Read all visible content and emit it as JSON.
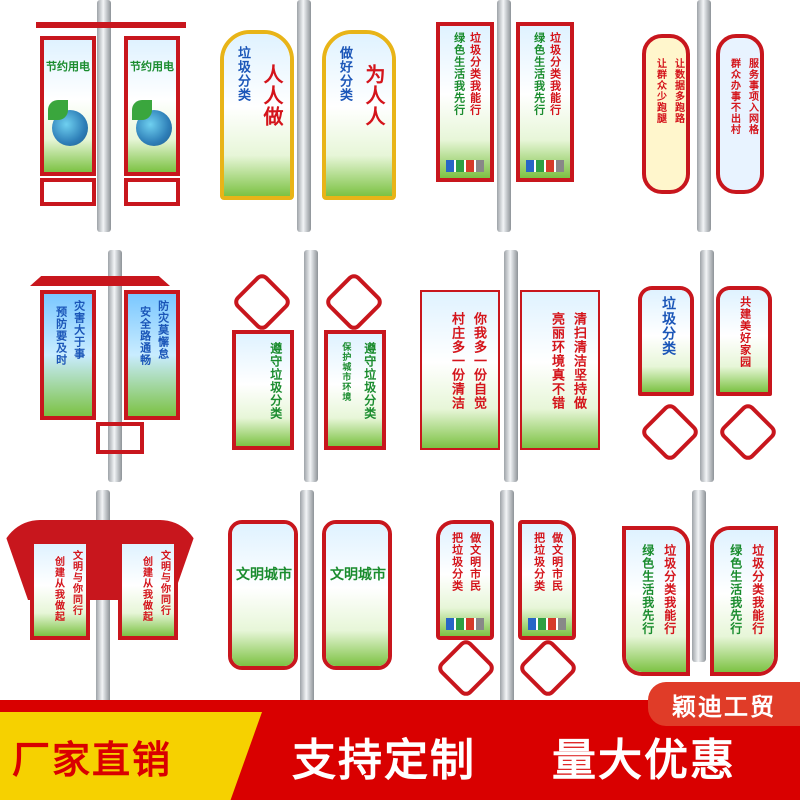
{
  "products": [
    {
      "left": [
        "节约用电"
      ],
      "right": [
        "节约用电"
      ]
    },
    {
      "left": [
        "垃圾分类",
        "人人做"
      ],
      "right": [
        "做好分类",
        "为人人"
      ]
    },
    {
      "left": [
        "垃圾分类我能行",
        "绿色生活我先行"
      ],
      "right": [
        "垃圾分类我能行",
        "绿色生活我先行"
      ]
    },
    {
      "left": [
        "让数据多跑路",
        "让群众少跑腿"
      ],
      "right": [
        "服务事项入网格",
        "群众办事不出村"
      ]
    },
    {
      "left": [
        "灾害大于事",
        "预防要及时"
      ],
      "right": [
        "防灾莫懈怠",
        "安全路通畅"
      ]
    },
    {
      "left": [
        "遵守垃圾分类"
      ],
      "right": [
        "遵守垃圾分类",
        "保护城市环境"
      ]
    },
    {
      "left": [
        "你我多一份自觉",
        "村庄多一份清洁"
      ],
      "right": [
        "清扫清洁坚持做",
        "亮丽环境真不错"
      ]
    },
    {
      "left": [
        "垃圾分类"
      ],
      "right": [
        "共建美好家园"
      ]
    },
    {
      "left": [
        "文明与你同行",
        "创建从我做起"
      ],
      "right": [
        "文明与你同行",
        "创建从我做起"
      ]
    },
    {
      "left": [
        "文明城市"
      ],
      "right": [
        "文明城市"
      ]
    },
    {
      "left": [
        "做文明市民",
        "把垃圾分类"
      ],
      "right": [
        "做文明市民",
        "把垃圾分类"
      ]
    },
    {
      "left": [
        "垃圾分类我能行",
        "绿色生活我先行"
      ],
      "right": [
        "垃圾分类我能行",
        "绿色生活我先行"
      ]
    }
  ],
  "brand_tag": "颖迪工贸",
  "footer": {
    "left": "厂家直销",
    "slogan1": "支持定制",
    "slogan2": "量大优惠"
  }
}
